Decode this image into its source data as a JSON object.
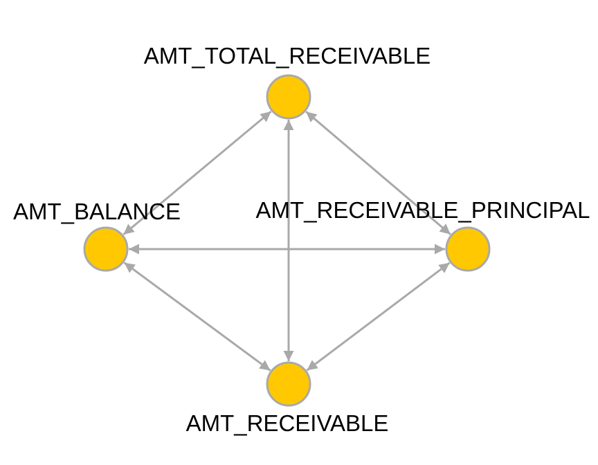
{
  "diagram": {
    "type": "graph",
    "colors": {
      "node_fill": "#FFC800",
      "node_stroke": "#A9A9A9",
      "edge": "#A9A9A9",
      "label": "#000000"
    },
    "nodes": [
      {
        "id": "total",
        "label": "AMT_TOTAL_RECEIVABLE"
      },
      {
        "id": "balance",
        "label": "AMT_BALANCE"
      },
      {
        "id": "principal",
        "label": "AMT_RECEIVABLE_PRINCIPAL"
      },
      {
        "id": "receivable",
        "label": "AMT_RECEIVABLE"
      }
    ],
    "edges": [
      {
        "from": "total",
        "to": "balance",
        "directed": "both"
      },
      {
        "from": "total",
        "to": "principal",
        "directed": "both"
      },
      {
        "from": "total",
        "to": "receivable",
        "directed": "both"
      },
      {
        "from": "balance",
        "to": "principal",
        "directed": "both"
      },
      {
        "from": "balance",
        "to": "receivable",
        "directed": "both"
      },
      {
        "from": "principal",
        "to": "receivable",
        "directed": "both"
      }
    ]
  }
}
